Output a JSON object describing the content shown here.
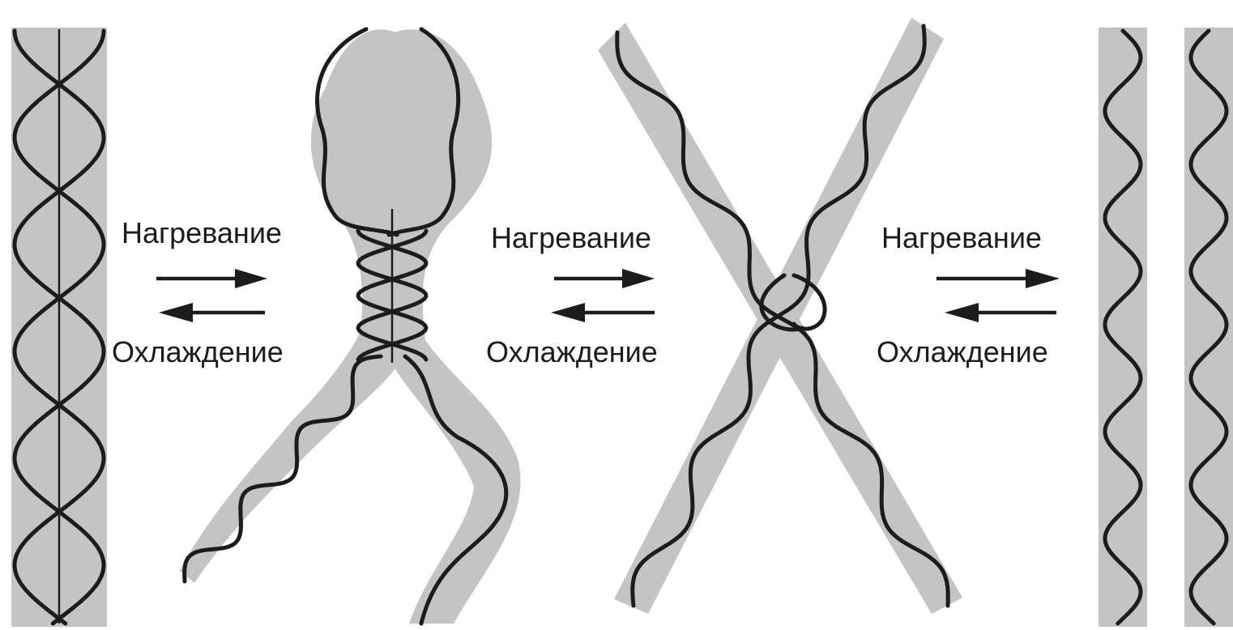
{
  "transitions": [
    {
      "heat_label": "Нагревание",
      "cool_label": "Охлаждение"
    },
    {
      "heat_label": "Нагревание",
      "cool_label": "Охлаждение"
    },
    {
      "heat_label": "Нагревание",
      "cool_label": "Охлаждение"
    }
  ],
  "colors": {
    "band": "#c4c4c4",
    "strand": "#1c1c1c",
    "background": "#ffffff"
  }
}
